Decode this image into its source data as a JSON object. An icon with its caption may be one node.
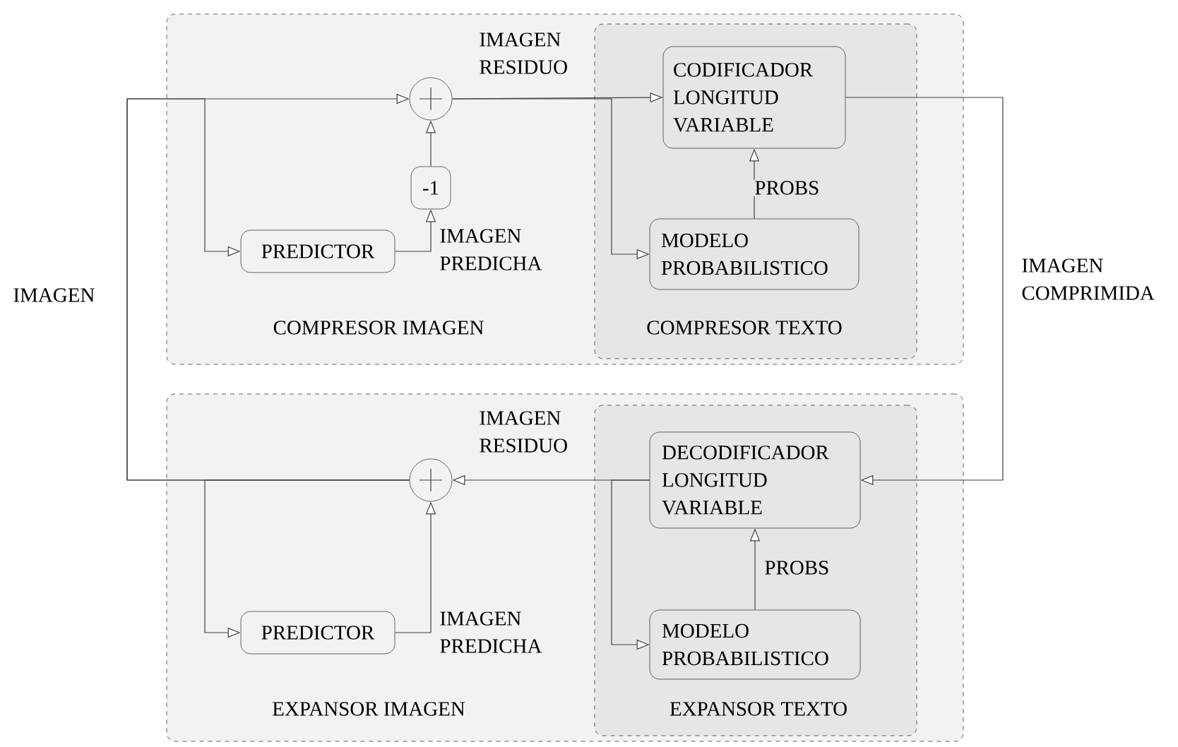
{
  "diagram": {
    "nodes": [
      {
        "text": [
          "COMPRESOR IMAGEN"
        ]
      },
      {
        "text": [
          "COMPRESOR TEXTO"
        ],
        "in": 0
      },
      {
        "text": [],
        "shape": "circle",
        "in": 0
      },
      {
        "text": [
          "-1"
        ],
        "in": 0
      },
      {
        "text": [
          "PREDICTOR"
        ],
        "in": 0
      },
      {
        "text": [
          "CODIFICADOR LONGITUD VARIABLE"
        ],
        "in": 1
      },
      {
        "text": [
          "MODELO PROBABILISTICO"
        ],
        "in": 1
      },
      {
        "text": [
          "EXPANSOR IMAGEN"
        ]
      },
      {
        "text": [
          "EXPANSOR TEXTO"
        ],
        "in": 7
      },
      {
        "text": [],
        "shape": "circle",
        "in": 7
      },
      {
        "text": [
          "PREDICTOR"
        ],
        "in": 7
      },
      {
        "text": [
          "DECODIFICADOR LONGITUD VARIABLE"
        ],
        "in": 8
      },
      {
        "text": [
          "MODELO PROBABILISTICO"
        ],
        "in": 8
      }
    ],
    "edges": [
      {
        "from": 9,
        "to": 2,
        "arrow": "to",
        "label": "IMAGEN"
      },
      {
        "from": 9,
        "to": 4,
        "arrow": "to"
      },
      {
        "from": 9,
        "to": 10,
        "arrow": "to"
      },
      {
        "from": 4,
        "to": 3,
        "arrow": "to",
        "label": "IMAGEN PREDICHA"
      },
      {
        "from": 3,
        "to": 2,
        "arrow": "to"
      },
      {
        "from": 2,
        "to": 5,
        "arrow": "to",
        "label": "IMAGEN RESIDUO"
      },
      {
        "from": 2,
        "to": 6,
        "arrow": "to"
      },
      {
        "from": 6,
        "to": 5,
        "arrow": "to",
        "label": "PROBS"
      },
      {
        "from": 5,
        "to": 11,
        "arrow": "to",
        "label": "IMAGEN COMPRIMIDA"
      },
      {
        "from": 11,
        "to": 9,
        "arrow": "to",
        "label": "IMAGEN RESIDUO"
      },
      {
        "from": 11,
        "to": 12,
        "arrow": "to"
      },
      {
        "from": 12,
        "to": 11,
        "arrow": "to",
        "label": "PROBS"
      },
      {
        "from": 10,
        "to": 9,
        "arrow": "to",
        "label": "IMAGEN PREDICHA"
      }
    ]
  }
}
